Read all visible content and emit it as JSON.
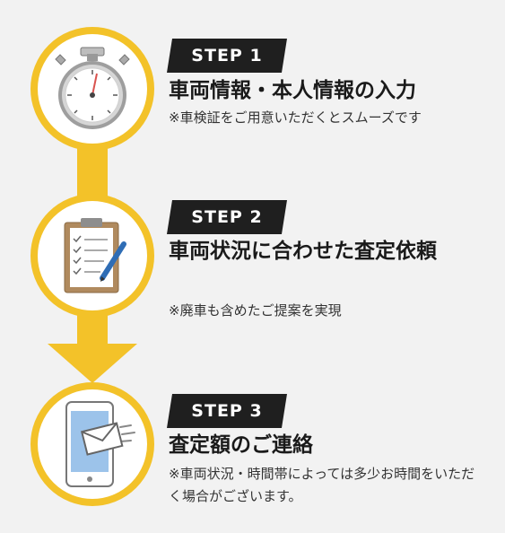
{
  "colors": {
    "accent": "#f3c229",
    "badge_bg": "#1f1f1f",
    "background": "#f2f2f2"
  },
  "steps": [
    {
      "badge": "STEP 1",
      "title": "車両情報・本人情報の入力",
      "note": "※車検証をご用意いただくとスムーズです",
      "icon": "stopwatch-icon"
    },
    {
      "badge": "STEP 2",
      "title": "車両状況に合わせた査定依頼",
      "note": "※廃車も含めたご提案を実現",
      "icon": "clipboard-checklist-icon"
    },
    {
      "badge": "STEP 3",
      "title": "査定額のご連絡",
      "note": "※車両状況・時間帯によっては多少お時間をいただく場合がございます。",
      "icon": "smartphone-mail-icon"
    }
  ]
}
